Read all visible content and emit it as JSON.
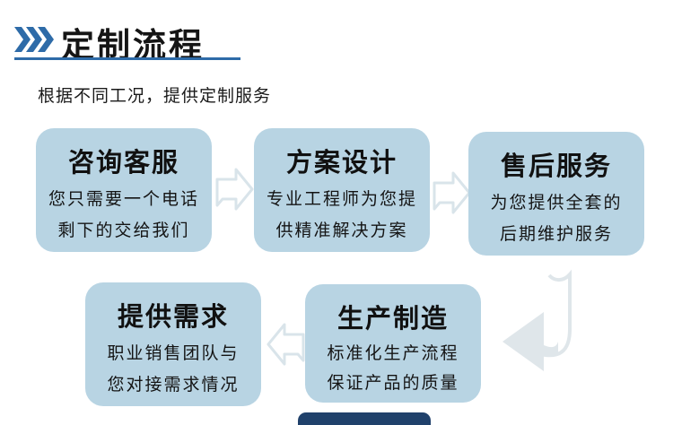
{
  "header": {
    "title": "定制流程",
    "subtitle": "根据不同工况，提供定制服务",
    "icon": "triple-chevron-right"
  },
  "colors": {
    "accent_blue": "#2e6ba8",
    "step_box_fill": "#b8d4e3",
    "arrow_outline": "#d9e4ea",
    "curved_arrow_fill": "#dfe6ea",
    "text": "#111111",
    "next_section_bar": "#20416b"
  },
  "steps": [
    {
      "title": "咨询客服",
      "desc_line1": "您只需要一个电话",
      "desc_line2": "剩下的交给我们"
    },
    {
      "title": "方案设计",
      "desc_line1": "专业工程师为您提",
      "desc_line2": "供精准解决方案"
    },
    {
      "title": "售后服务",
      "desc_line1": "为您提供全套的",
      "desc_line2": "后期维护服务"
    },
    {
      "title": "提供需求",
      "desc_line1": "职业销售团队与",
      "desc_line2": "您对接需求情况"
    },
    {
      "title": "生产制造",
      "desc_line1": "标准化生产流程",
      "desc_line2": "保证产品的质量"
    }
  ],
  "flow_order_row1": [
    "咨询客服",
    "方案设计",
    "售后服务"
  ],
  "flow_order_row2": [
    "提供需求",
    "生产制造"
  ]
}
